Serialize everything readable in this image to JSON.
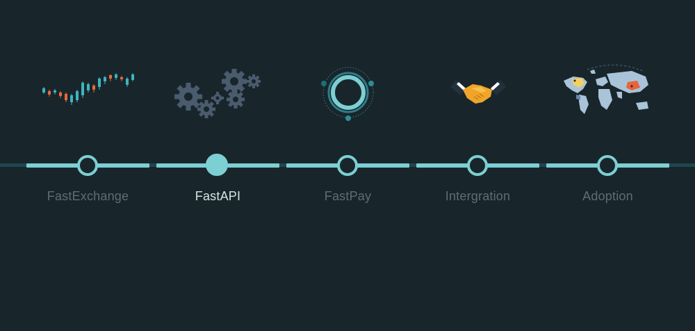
{
  "timeline": {
    "accent_color": "#7ccfd3",
    "active_index": 1,
    "steps": [
      {
        "label": "FastExchange",
        "icon": "candlestick-chart-icon"
      },
      {
        "label": "FastAPI",
        "icon": "gears-icon"
      },
      {
        "label": "FastPay",
        "icon": "ring-orbit-icon"
      },
      {
        "label": "Intergration",
        "icon": "handshake-icon"
      },
      {
        "label": "Adoption",
        "icon": "world-map-icon"
      }
    ]
  }
}
